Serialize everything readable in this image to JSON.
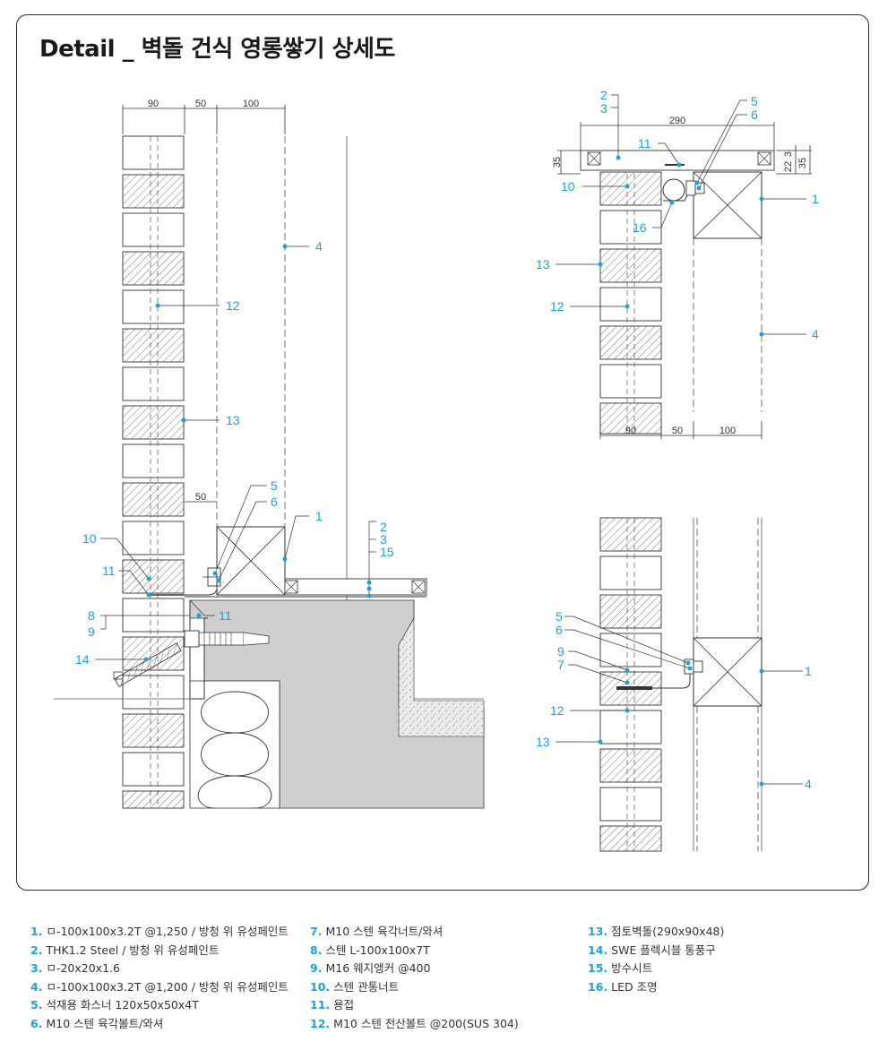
{
  "title": "Detail _ 벽돌 건식 영롱쌓기 상세도",
  "colors": {
    "accent": "#1aa3d9",
    "line": "#333333",
    "concrete": "#cccccc"
  },
  "dimensions": {
    "left_top": [
      "90",
      "50",
      "100"
    ],
    "left_mid": "50",
    "right_top_width": "290",
    "right_top_side": "35",
    "right_top_r1": "3",
    "right_top_r2": "22",
    "right_top_r3": "35",
    "right_bottom": [
      "90",
      "50",
      "100"
    ]
  },
  "callouts": {
    "left": [
      "4",
      "12",
      "13",
      "5",
      "6",
      "1",
      "2",
      "3",
      "15",
      "10",
      "11",
      "11",
      "8",
      "9",
      "14"
    ],
    "top_right": [
      "2",
      "3",
      "5",
      "6",
      "11",
      "10",
      "16",
      "1",
      "13",
      "12",
      "4"
    ],
    "bottom_right": [
      "5",
      "6",
      "9",
      "7",
      "1",
      "12",
      "13",
      "4"
    ]
  },
  "legend": [
    {
      "num": "1.",
      "text": "ㅁ-100x100x3.2T @1,250 / 방청 위 유성페인트"
    },
    {
      "num": "2.",
      "text": "THK1.2 Steel / 방청 위 유성페인트"
    },
    {
      "num": "3.",
      "text": "ㅁ-20x20x1.6"
    },
    {
      "num": "4.",
      "text": "ㅁ-100x100x3.2T @1,200 / 방청 위 유성페인트"
    },
    {
      "num": "5.",
      "text": "석재용 화스너 120x50x50x4T"
    },
    {
      "num": "6.",
      "text": "M10 스텐 육각볼트/와셔"
    },
    {
      "num": "7.",
      "text": "M10 스텐 육각너트/와셔"
    },
    {
      "num": "8.",
      "text": "스텐 L-100x100x7T"
    },
    {
      "num": "9.",
      "text": "M16 웨지앵커 @400"
    },
    {
      "num": "10.",
      "text": "스텐 관통너트"
    },
    {
      "num": "11.",
      "text": "용접"
    },
    {
      "num": "12.",
      "text": "M10 스텐 전산볼트 @200(SUS 304)"
    },
    {
      "num": "13.",
      "text": "점토벽돌(290x90x48)"
    },
    {
      "num": "14.",
      "text": "SWE 플렉시블 통풍구"
    },
    {
      "num": "15.",
      "text": "방수시트"
    },
    {
      "num": "16.",
      "text": "LED 조명"
    }
  ]
}
